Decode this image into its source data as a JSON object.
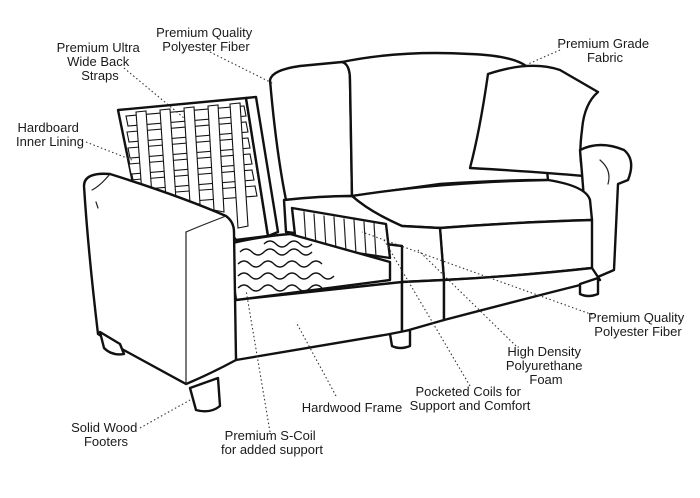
{
  "callouts": [
    {
      "id": "premium-quality-fiber-top",
      "lines": [
        "Premium Quality",
        "Polyester Fiber"
      ]
    },
    {
      "id": "back-straps",
      "lines": [
        "Premium Ultra",
        "Wide Back",
        "Straps"
      ]
    },
    {
      "id": "hardboard-lining",
      "lines": [
        "Hardboard",
        "Inner Lining"
      ]
    },
    {
      "id": "grade-fabric",
      "lines": [
        "Premium Grade",
        "Fabric"
      ]
    },
    {
      "id": "premium-quality-fiber-right",
      "lines": [
        "Premium Quality",
        "Polyester Fiber"
      ]
    },
    {
      "id": "high-density-foam",
      "lines": [
        "High Density",
        "Polyurethane",
        "Foam"
      ]
    },
    {
      "id": "pocketed-coils",
      "lines": [
        "Pocketed Coils for",
        "Support and Comfort"
      ]
    },
    {
      "id": "hardwood-frame",
      "lines": [
        "Hardwood Frame"
      ]
    },
    {
      "id": "s-coil",
      "lines": [
        "Premium S-Coil",
        "for added support"
      ]
    },
    {
      "id": "wood-footers",
      "lines": [
        "Solid Wood",
        "Footers"
      ]
    }
  ]
}
